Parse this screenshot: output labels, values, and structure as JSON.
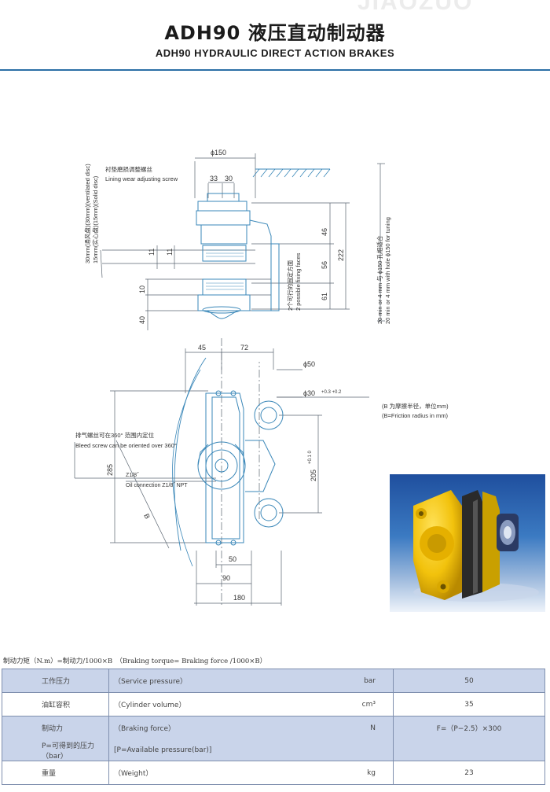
{
  "watermark": "JIAOZUO",
  "header": {
    "title_cn": "ADH90 液压直动制动器",
    "title_en": "ADH90 HYDRAULIC DIRECT ACTION BRAKES"
  },
  "drawing": {
    "dim_phi150": "ϕ150",
    "dim_33": "33",
    "dim_30": "30",
    "lining_cn": "衬垫磨损调整螺丝",
    "lining_en": "Lining wear adjusting screw",
    "disc_cn": "30mm(通风盘)(30mm)(ventilated disc)",
    "disc_en": "15mm(实心盘)(15mm)(Solid disc)",
    "dim_11a": "11",
    "dim_11b": "11",
    "dim_10": "10",
    "dim_40": "40",
    "dim_46": "46",
    "dim_56": "56",
    "dim_61": "61",
    "dim_222": "222",
    "fix_cn": "2个可行的固定方面",
    "fix_en": "2 possible fixing faces",
    "hole_cn": "20 min or 4 mm 与 ϕ150 孔相适合",
    "hole_en": "20 min or 4 mm with hole ϕ150 for tuning",
    "dim_45": "45",
    "dim_72": "72",
    "dim_phi50": "ϕ50",
    "dim_phi30": "ϕ30",
    "tol_30": "+0.3 +0.2",
    "b_note_cn": "(B 为摩擦半径，单位mm)",
    "b_note_en": "(B=Friction radius in mm)",
    "bleed_cn": "排气螺丝可在360° 范围内定位",
    "bleed_en": "Bleed screw can be oriented over 360°",
    "dim_285": "285",
    "dim_B": "B",
    "z18": "Z1/8˝",
    "oil_conn": "Oil connection Z1/8˝ NPT",
    "dim_205": "205",
    "tol_205": "+0.1 0",
    "dim_50": "50",
    "dim_90": "90",
    "dim_180": "180"
  },
  "formula": "制动力矩（N.m）=制动力/1000×B　（Braking torque= Braking force /1000×B）",
  "spec_table": {
    "rows": [
      {
        "cn": "工作压力",
        "en": "（Service pressure）",
        "unit": "bar",
        "value": "50"
      },
      {
        "cn": "油缸容积",
        "en": "（Cylinder volume）",
        "unit": "cm³",
        "value": "35"
      },
      {
        "cn": "制动力",
        "en": "（Braking force）",
        "unit": "N",
        "value": "F=（P−2.5）×300"
      },
      {
        "cn": "P=可得到的压力（bar）",
        "en": "[P=Available pressure(bar)]",
        "unit": "",
        "value": ""
      },
      {
        "cn": "重量",
        "en": "（Weight）",
        "unit": "kg",
        "value": "23"
      }
    ]
  },
  "colors": {
    "header_rule": "#2c6fa6",
    "outline_blue": "#3a87b8",
    "dimension_line": "#5a6570",
    "table_shade": "#c9d4ea",
    "brake_yellow": "#f2c20c"
  }
}
